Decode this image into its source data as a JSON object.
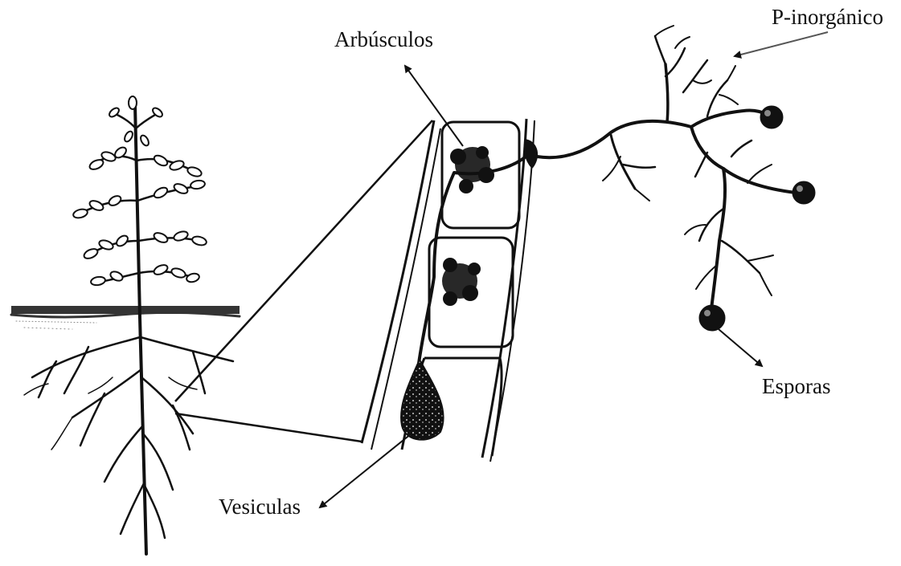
{
  "labels": {
    "arbusculos": "Arbúsculos",
    "p_inorganico": "P-inorgánico",
    "esporas": "Esporas",
    "vesiculas": "Vesiculas"
  },
  "colors": {
    "ink": "#111111",
    "background": "#ffffff",
    "arrow": "#555555"
  }
}
